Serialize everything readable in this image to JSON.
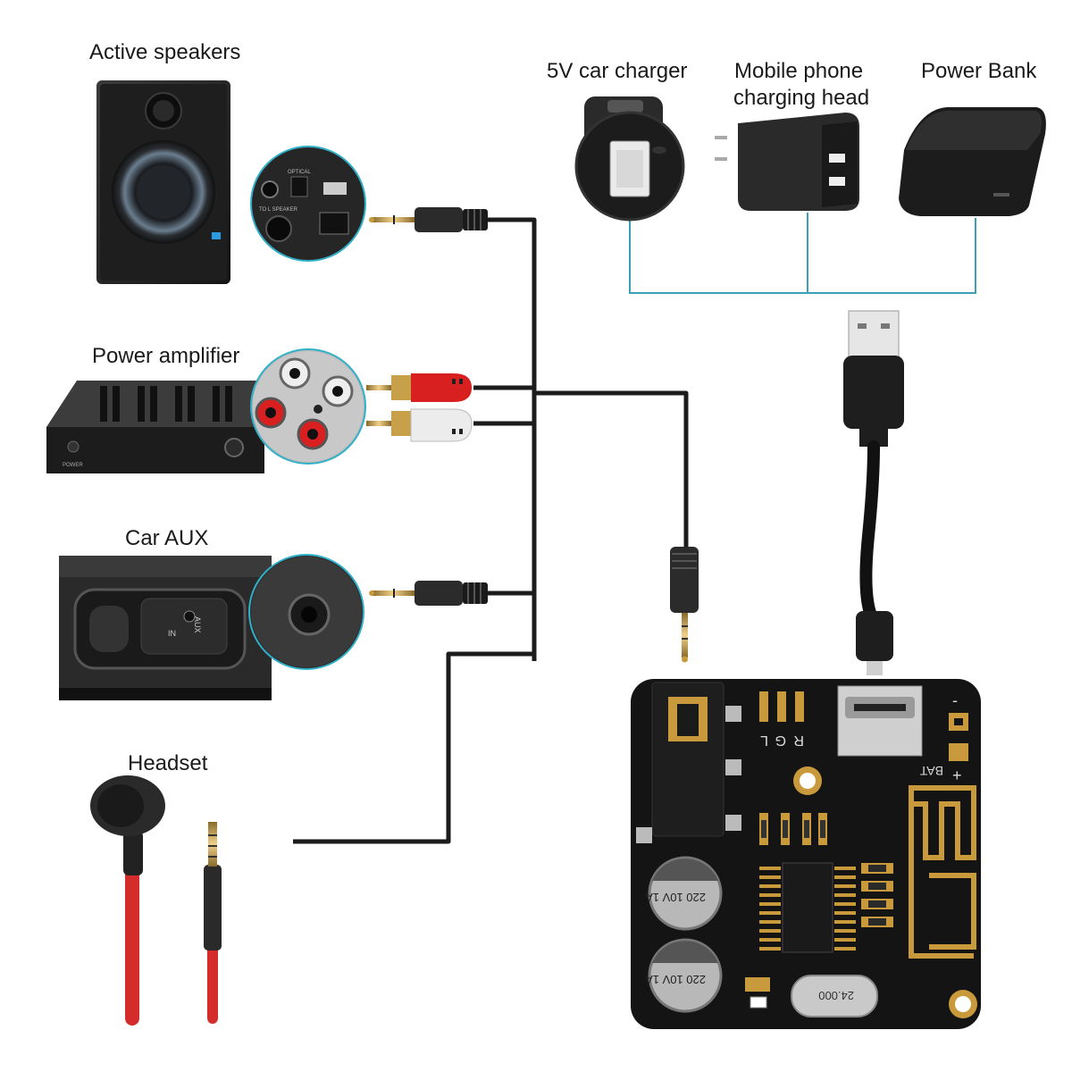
{
  "labels": {
    "active_speakers": "Active speakers",
    "power_amplifier": "Power amplifier",
    "car_aux": "Car AUX",
    "headset": "Headset",
    "car_charger": "5V car charger",
    "phone_head_line1": "Mobile phone",
    "phone_head_line2": "charging head",
    "power_bank": "Power Bank"
  },
  "device_text": {
    "speaker_optical": "OPTICAL",
    "speaker_to_l_speaker": "TO L SPEAKER",
    "amp_power": "POWER",
    "aux_label": "AUX",
    "aux_in": "IN",
    "board_bat": "BAT",
    "board_plus": "+",
    "board_minus": "-",
    "board_l": "L",
    "board_g": "G",
    "board_r": "R",
    "cap1": "220 10V 1A",
    "cap2": "220 10V 1A",
    "crystal": "24.000"
  },
  "colors": {
    "cable": "#1c1c1c",
    "power_line": "#3aa0b4",
    "rca_red": "#d82020",
    "rca_white": "#eeeeee",
    "headset_red": "#d42b2b",
    "board": "#141414",
    "gold": "#c89a3c",
    "callout_ring": "#30b0c8"
  }
}
